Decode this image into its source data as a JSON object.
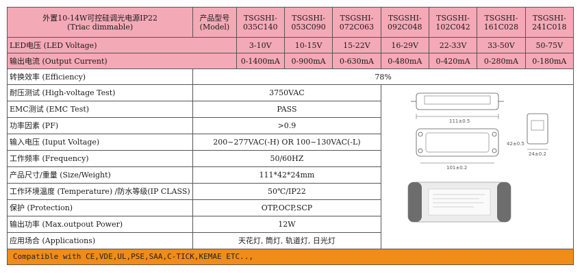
{
  "header": {
    "title_cn": "外置10-14W可控硅调光电源IP22",
    "title_en": "(Triac dimmable)",
    "model_label_cn": "产品型号",
    "model_label_en": "(Model)",
    "models": [
      {
        "l1": "TSGSHI-",
        "l2": "035C140"
      },
      {
        "l1": "TSGSHI-",
        "l2": "053C090"
      },
      {
        "l1": "TSGSHI-",
        "l2": "072C063"
      },
      {
        "l1": "TSGSHI-",
        "l2": "092C048"
      },
      {
        "l1": "TSGSHI-",
        "l2": "102C042"
      },
      {
        "l1": "TSGSHI-",
        "l2": "161C028"
      },
      {
        "l1": "TSGSHI-",
        "l2": "241C018"
      }
    ]
  },
  "voltage_row": {
    "label": "LED电压 (LED Voltage)",
    "values": [
      "3-10V",
      "10-15V",
      "15-22V",
      "16-29V",
      "22-33V",
      "33-50V",
      "50-75V"
    ]
  },
  "current_row": {
    "label": "输出电流 (Output Current)",
    "values": [
      "0-1400mA",
      "0-900mA",
      "0-630mA",
      "0-480mA",
      "0-420mA",
      "0-280mA",
      "0-180mA"
    ]
  },
  "efficiency_row": {
    "label": "转换效率 (Efficiency)",
    "value": "78%"
  },
  "specs": [
    {
      "label": "耐压测试 (High-voltage Test)",
      "value": "3750VAC"
    },
    {
      "label": "EMC测试 (EMC Test)",
      "value": "PASS"
    },
    {
      "label": "功率因素 (PF)",
      "value": ">0.9"
    },
    {
      "label": "输入电压 (Iuput Voltage)",
      "value": "200~277VAC(-H) OR 100~130VAC(-L)"
    },
    {
      "label": "工作频率 (Frequency)",
      "value": "50/60HZ"
    },
    {
      "label": "产品尺寸/重量 (Size/Weight)",
      "value": "111*42*24mm"
    },
    {
      "label": "工作环境温度 (Temperature) /防水等级(IP CLASS)",
      "value": "50℃/IP22"
    },
    {
      "label": "保护 (Protection)",
      "value": "OTP,OCP,SCP"
    },
    {
      "label": "输出功率 (Max.outpout Power)",
      "value": "12W"
    },
    {
      "label": "应用场合 (Applications)",
      "value": "天花灯, 筒灯, 轨道灯, 日光灯"
    }
  ],
  "drawing": {
    "dim_length": "111±0.5",
    "dim_width": "42±0.5",
    "dim_height": "24±0.2",
    "dim_hole": "101±0.2"
  },
  "footer": {
    "text": "Compatible with CE,VDE,UL,PSE,SAA,C-TICK,KEMAE ETC..,"
  },
  "colors": {
    "header_pink": "#f4a9b6",
    "footer_orange": "#f08c17",
    "border": "#555555"
  }
}
